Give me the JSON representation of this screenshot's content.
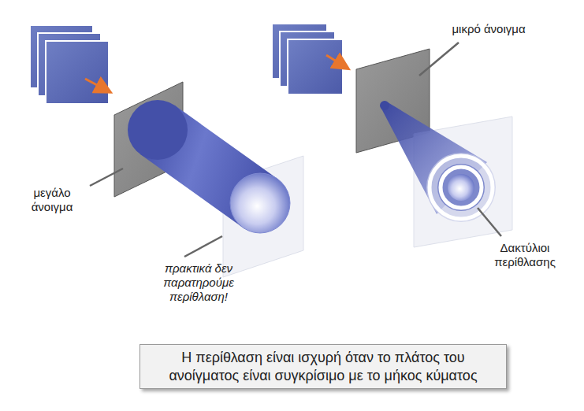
{
  "diagram": {
    "nodes": [
      {
        "text": [
          "Η περίθλαση είναι ισχυρή όταν το πλάτος του ανοίγματος είναι συγκρίσιμο με το μήκος κύματος"
        ]
      }
    ],
    "labels": [
      "μεγάλο άνοιγμα",
      "πρακτικά δεν παρατηρούμε περίθλαση!",
      "μικρό άνοιγμα",
      "Δακτύλιοι περίθλασης"
    ]
  }
}
